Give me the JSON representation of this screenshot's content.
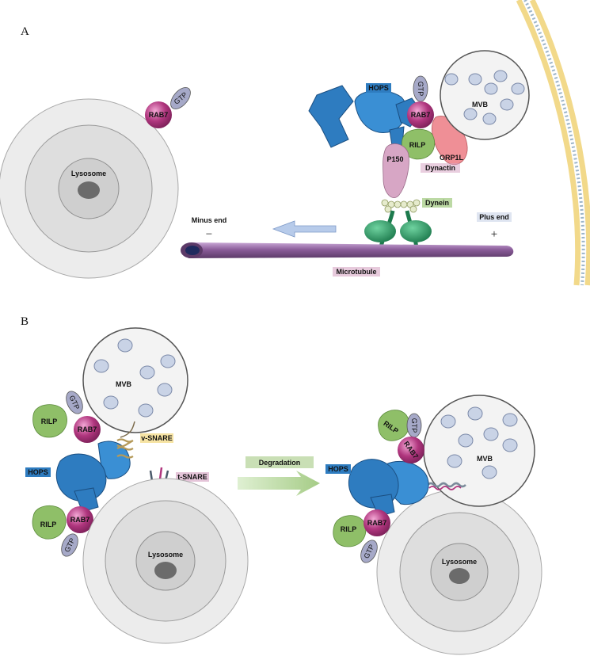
{
  "panels": {
    "a": "A",
    "b": "B"
  },
  "labels": {
    "gtp": "GTP",
    "rab7": "RAB7",
    "rilp": "RILP",
    "hops": "HOPS",
    "mvb": "MVB",
    "lysosome": "Lysosome",
    "p150": "P150",
    "dynactin": "Dynactin",
    "dynein": "Dynein",
    "orp1l": "ORP1L",
    "minus_end": "Minus end",
    "plus_end": "Plus end",
    "minus_sign": "−",
    "plus_sign": "+",
    "microtubule": "Microtubule",
    "v_snare": "v-SNARE",
    "t_snare": "t-SNARE",
    "degradation": "Degradation"
  },
  "colors": {
    "rab7": "#b0367e",
    "rilp": "#8fbf68",
    "hops": "#2e7cc0",
    "dynein": "#2e9a65",
    "gtp": "#a6a9c8",
    "microtubule": "#8b5d9a",
    "orp1l": "#ef8f96",
    "p150": "#d7a6c5"
  }
}
